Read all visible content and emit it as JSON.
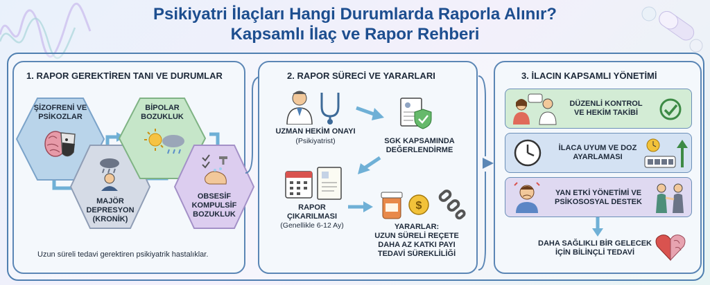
{
  "title": {
    "line1": "Psikiyatri İlaçları Hangi Durumlarda Raporla Alınır?",
    "line2": "Kapsamlı İlaç ve Rapor Rehberi"
  },
  "section1": {
    "title": "1. RAPOR GEREKTİREN TANI VE DURUMLAR",
    "schizo": {
      "line1": "ŞİZOFRENİ VE",
      "line2": "PSİKOZLAR"
    },
    "bipolar": {
      "line1": "BİPOLAR",
      "line2": "BOZUKLUK"
    },
    "depression": {
      "line1": "MAJÖR",
      "line2": "DEPRESYON",
      "line3": "(KRONİK)"
    },
    "ocd": {
      "line1": "OBSESİF",
      "line2": "KOMPULSİF",
      "line3": "BOZUKLUK"
    },
    "note": "Uzun süreli tedavi gerektiren psikiyatrik hastalıklar."
  },
  "section2": {
    "title": "2. RAPOR SÜRECİ VE YARARLARI",
    "doctor": {
      "label": "UZMAN HEKİM ONAYI",
      "sub": "(Psikiyatrist)"
    },
    "sgk": {
      "line1": "SGK KAPSAMINDA",
      "line2": "DEĞERLENDİRME"
    },
    "report": {
      "line1": "RAPOR",
      "line2": "ÇIKARILMASI",
      "sub": "(Genellikle 6-12 Ay)"
    },
    "benefits": {
      "line1": "YARARLAR:",
      "line2": "UZUN SÜRELİ REÇETE",
      "line3": "DAHA AZ KATKI PAYI",
      "line4": "TEDAVİ SÜREKLİLİĞİ"
    }
  },
  "section3": {
    "title": "3. İLACIN KAPSAMLI YÖNETİMİ",
    "card1": {
      "line1": "DÜZENLİ KONTROL",
      "line2": "VE HEKİM TAKİBİ"
    },
    "card2": {
      "line1": "İLACA UYUM VE DOZ",
      "line2": "AYARLAMASI"
    },
    "card3": {
      "line1": "YAN ETKİ YÖNETİMİ VE",
      "line2": "PSİKOSOSYAL DESTEK"
    },
    "final": {
      "line1": "DAHA SAĞLIKLI BİR GELECEK",
      "line2": "İÇİN BİLİNÇLİ TEDAVİ"
    }
  },
  "colors": {
    "title_blue": "#1d4e8f",
    "hex_blue": "#b9d4ea",
    "hex_green": "#c6e6c9",
    "hex_grey": "#d5dbe6",
    "hex_purple": "#dccdef",
    "card_green": "#d3ecd5",
    "card_blue": "#d4e2f3",
    "card_lavender": "#dfd9f1",
    "arrow": "#6fb0d6"
  }
}
